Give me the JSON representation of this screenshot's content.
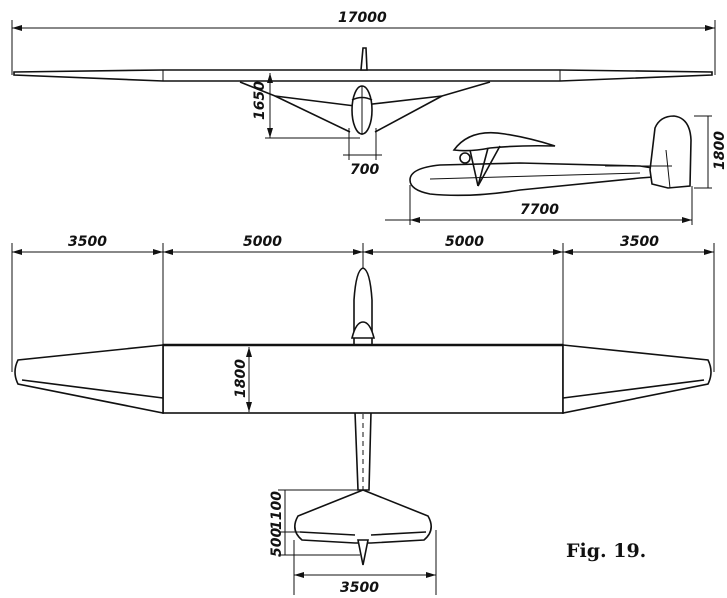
{
  "figure": {
    "label": "Fig. 19."
  },
  "dimensions": {
    "front_span": "17000",
    "front_height": "1650",
    "front_width": "700",
    "side_length": "7700",
    "side_height": "1800",
    "top_outer_left": "3500",
    "top_inner_left": "5000",
    "top_inner_right": "5000",
    "top_outer_right": "3500",
    "top_chord": "1800",
    "tail_chord": "1100",
    "tail_elevator": "500",
    "tail_span": "3500"
  }
}
